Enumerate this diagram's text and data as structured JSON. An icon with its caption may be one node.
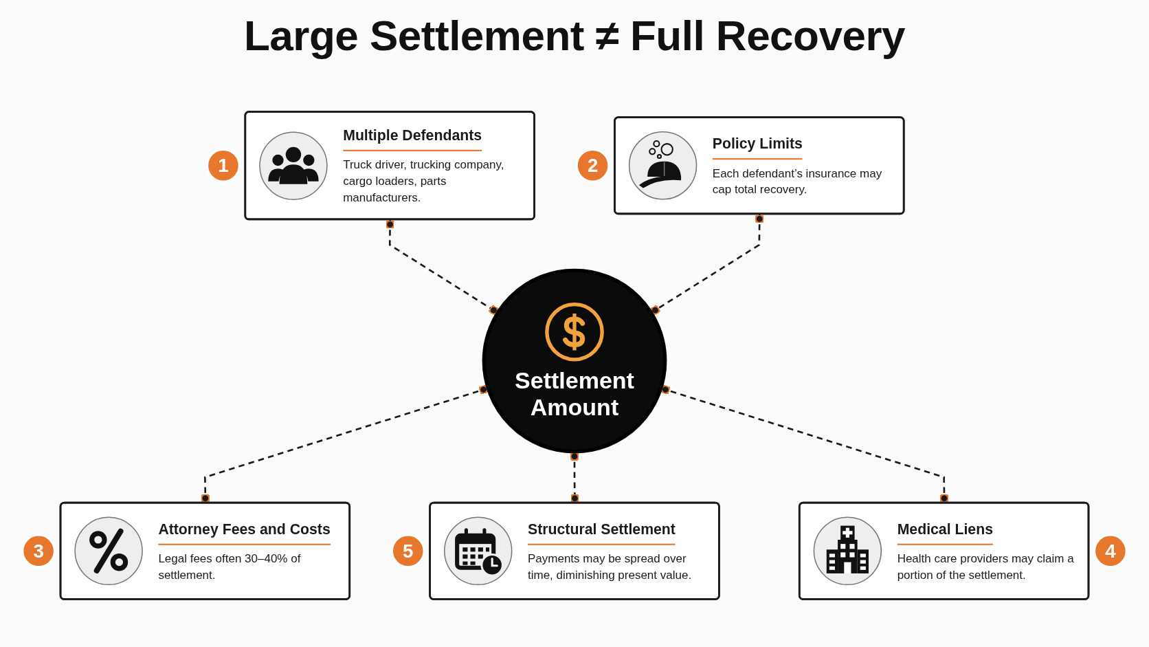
{
  "diagram": {
    "title": "Large Settlement ≠ Full Recovery",
    "nodes": [
      {
        "text": [
          "Multiple Defendants",
          "Truck driver, trucking company, cargo loaders, parts manufacturers."
        ],
        "beside": [
          "1"
        ]
      },
      {
        "text": [
          "Policy Limits",
          "Each defendant’s insurance may cap total recovery."
        ],
        "beside": [
          "2"
        ]
      },
      {
        "text": [
          "Settlement Amount"
        ]
      },
      {
        "text": [
          "Attorney Fees and Costs",
          "Legal fees often 30–40% of settlement."
        ],
        "beside": [
          "3"
        ]
      },
      {
        "text": [
          "Medical Liens",
          "Health care providers may claim a portion of the settlement."
        ],
        "beside": [
          "4"
        ]
      },
      {
        "text": [
          "Structural Settlement",
          "Payments may be spread over time, diminishing present value."
        ],
        "beside": [
          "5"
        ]
      }
    ],
    "edges": [
      {
        "from": 0,
        "to": 2,
        "arrow": "other",
        "style": "dashed"
      },
      {
        "from": 1,
        "to": 2,
        "arrow": "other",
        "style": "dashed"
      },
      {
        "from": 2,
        "to": 3,
        "arrow": "other",
        "style": "dashed"
      },
      {
        "from": 2,
        "to": 5,
        "arrow": "other",
        "style": "dashed"
      },
      {
        "from": 2,
        "to": 4,
        "arrow": "other",
        "style": "dashed"
      }
    ]
  }
}
